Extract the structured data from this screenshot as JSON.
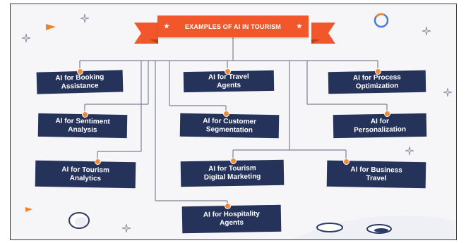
{
  "diagram": {
    "title": "EXAMPLES OF AI IN TOURISM",
    "title_icon_left": "star-icon",
    "title_icon_right": "star-icon",
    "nodes": [
      {
        "id": "booking",
        "label": "AI for Booking\nAssistance"
      },
      {
        "id": "travel-agents",
        "label": "AI for Travel\nAgents"
      },
      {
        "id": "process",
        "label": "AI for Process\nOptimization"
      },
      {
        "id": "sentiment",
        "label": "AI for Sentiment\nAnalysis"
      },
      {
        "id": "customer-seg",
        "label": "AI for Customer\nSegmentation"
      },
      {
        "id": "personalization",
        "label": "AI for\nPersonalization"
      },
      {
        "id": "tourism-analytics",
        "label": "AI for Tourism\nAnalytics"
      },
      {
        "id": "digital-marketing",
        "label": "AI for Tourism\nDigital Marketing"
      },
      {
        "id": "business-travel",
        "label": "AI for Business\nTravel"
      },
      {
        "id": "hospitality",
        "label": "AI for Hospitality\nAgents"
      }
    ],
    "colors": {
      "card": "#25335b",
      "banner": "#f1572b",
      "banner_fold": "#c23a17",
      "connector": "#7b8196",
      "dot": "#ee8a3c",
      "background": "#f6f6f8"
    }
  }
}
